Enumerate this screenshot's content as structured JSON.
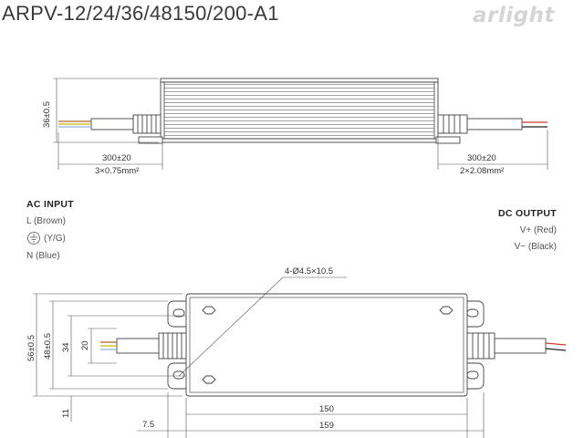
{
  "title": "ARPV-12/24/36/48150/200-A1",
  "brand": "arlight",
  "ac_input": {
    "heading": "AC INPUT",
    "lines": [
      "L (Brown)",
      "(Y/G)",
      "N (Blue)"
    ]
  },
  "dc_output": {
    "heading": "DC OUTPUT",
    "lines": [
      "V+ (Red)",
      "V− (Black)"
    ]
  },
  "side_view": {
    "height": "36±0.5",
    "left_cable_length": "300±20",
    "left_cable_spec": "3×0.75mm²",
    "right_cable_length": "300±20",
    "right_cable_spec": "2×2.08mm²"
  },
  "top_view": {
    "hole_spec": "4-Ø4.5×10.5",
    "height_outer": "56±0.5",
    "height_inner": "48±0.5",
    "height_34": "34",
    "height_20": "20",
    "offset_11": "11",
    "offset_7_5": "7.5",
    "width_150": "150",
    "width_159": "159"
  },
  "colors": {
    "wire_brown": "#b5651d",
    "wire_yg": "#c8b400",
    "wire_blue": "#8fb0d8",
    "wire_red": "#d23b2a",
    "wire_black": "#222222"
  }
}
